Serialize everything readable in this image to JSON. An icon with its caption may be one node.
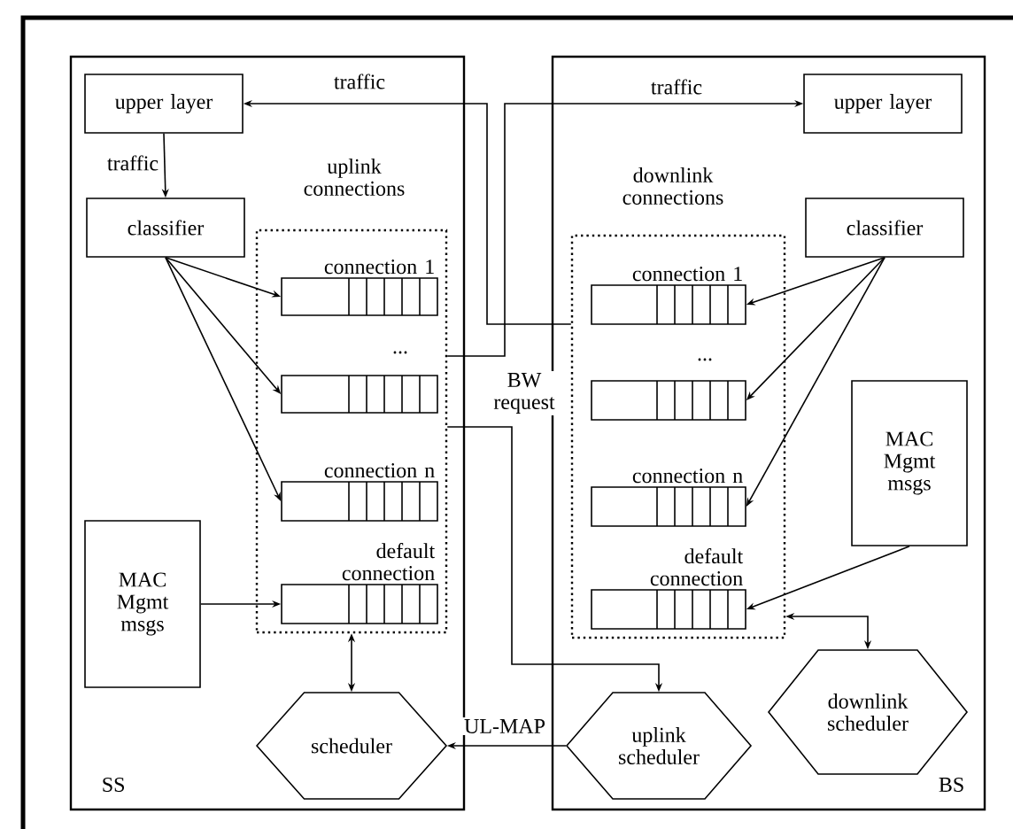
{
  "diagram": {
    "nodes": [
      {
        "text": [
          "SS"
        ]
      },
      {
        "text": [
          "BS"
        ]
      },
      {
        "text": [
          "upper layer"
        ],
        "in": 0
      },
      {
        "text": [
          "classifier"
        ],
        "in": 0
      },
      {
        "text": [
          "uplink connections"
        ],
        "in": 0
      },
      {
        "text": [
          "connection 1"
        ],
        "in": 4
      },
      {
        "text": [],
        "shape": "box",
        "in": 4
      },
      {
        "text": [
          "connection n"
        ],
        "in": 4
      },
      {
        "text": [
          "default connection"
        ],
        "in": 4
      },
      {
        "text": [
          "MAC Mgmt msgs"
        ],
        "in": 0
      },
      {
        "text": [
          "scheduler"
        ],
        "in": 0
      },
      {
        "text": [
          "upper layer"
        ],
        "in": 1
      },
      {
        "text": [
          "classifier"
        ],
        "in": 1
      },
      {
        "text": [
          "downlink connections"
        ],
        "in": 1
      },
      {
        "text": [
          "connection 1"
        ],
        "in": 13
      },
      {
        "text": [],
        "shape": "box",
        "in": 13
      },
      {
        "text": [
          "connection n"
        ],
        "in": 13
      },
      {
        "text": [
          "default connection"
        ],
        "in": 13
      },
      {
        "text": [
          "MAC Mgmt msgs"
        ],
        "in": 1
      },
      {
        "text": [
          "uplink scheduler"
        ],
        "in": 1
      },
      {
        "text": [
          "downlink scheduler"
        ],
        "in": 1
      }
    ],
    "edges": [
      {
        "from": 2,
        "to": 3,
        "arrow": "to",
        "label": "traffic"
      },
      {
        "from": 3,
        "to": 5,
        "arrow": "to"
      },
      {
        "from": 3,
        "to": 6,
        "arrow": "to"
      },
      {
        "from": 3,
        "to": 7,
        "arrow": "to"
      },
      {
        "from": 9,
        "to": 8,
        "arrow": "to"
      },
      {
        "from": 4,
        "to": 10,
        "arrow": "both"
      },
      {
        "from": 13,
        "to": 2,
        "arrow": "to",
        "label": "traffic"
      },
      {
        "from": 4,
        "to": 11,
        "arrow": "to",
        "label": "traffic"
      },
      {
        "from": 4,
        "to": 19,
        "arrow": "to",
        "label": "BW request"
      },
      {
        "from": 19,
        "to": 10,
        "arrow": "to",
        "label": "UL-MAP"
      },
      {
        "from": 12,
        "to": 14,
        "arrow": "to"
      },
      {
        "from": 12,
        "to": 15,
        "arrow": "to"
      },
      {
        "from": 12,
        "to": 16,
        "arrow": "to"
      },
      {
        "from": 18,
        "to": 17,
        "arrow": "to"
      },
      {
        "from": 13,
        "to": 20,
        "arrow": "both"
      }
    ],
    "labels": [
      "...",
      "..."
    ]
  }
}
